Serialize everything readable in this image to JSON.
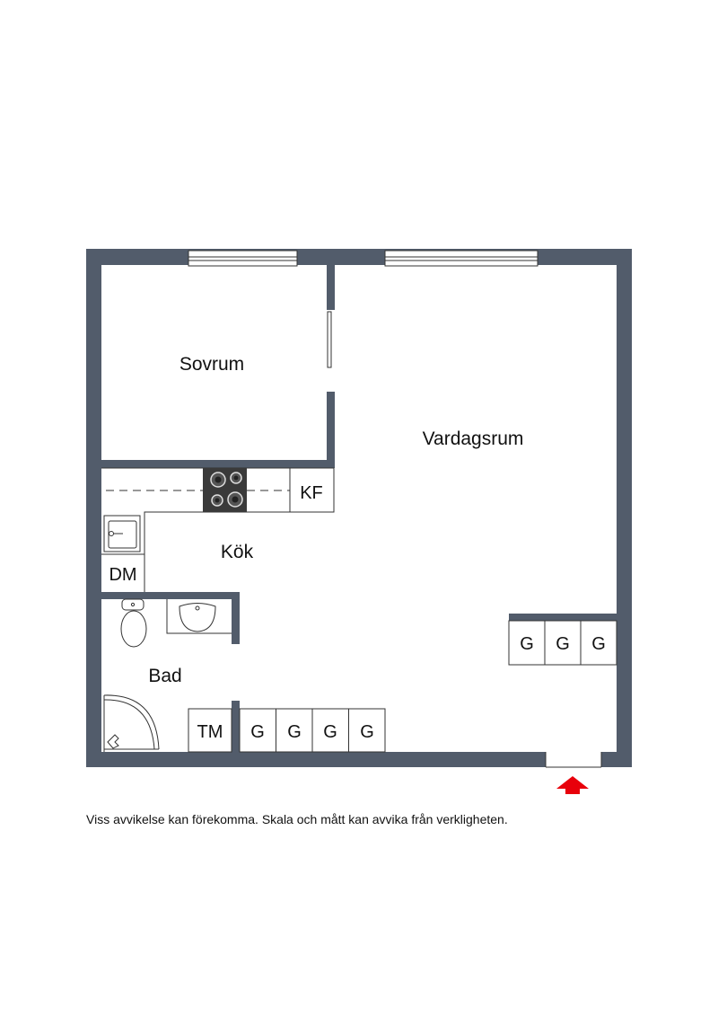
{
  "rooms": {
    "bedroom": "Sovrum",
    "living_room": "Vardagsrum",
    "kitchen": "Kök",
    "bathroom": "Bad"
  },
  "fixtures": {
    "fridge_freezer": "KF",
    "dishwasher": "DM",
    "washing_machine": "TM",
    "wardrobe_bottom": [
      "G",
      "G",
      "G",
      "G"
    ],
    "wardrobe_right": [
      "G",
      "G",
      "G"
    ]
  },
  "disclaimer": "Viss avvikelse kan förekomma. Skala och mått kan avvika från verkligheten.",
  "colors": {
    "wall": "#525c6b",
    "entrance_arrow": "#e8000b",
    "stove_top": "#3a3a3a"
  },
  "icons": {
    "entrance": "up-arrow-icon",
    "stove": "stove-icon",
    "sink": "sink-icon",
    "toilet": "toilet-icon",
    "washbasin": "washbasin-icon",
    "shower": "shower-icon"
  }
}
